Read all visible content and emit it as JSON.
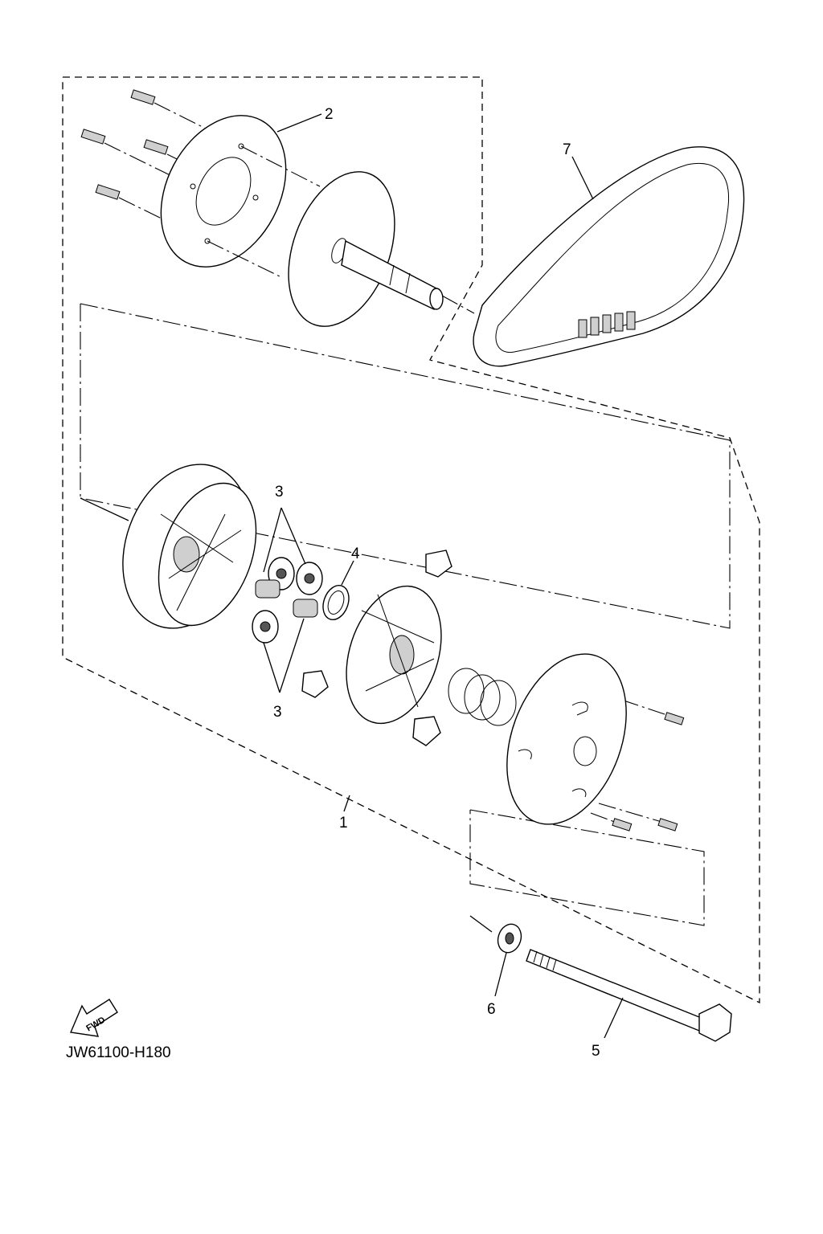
{
  "diagram": {
    "code": "JW61100-H180",
    "fwd_label": "FWD",
    "callouts": {
      "c1": "1",
      "c2": "2",
      "c3a": "3",
      "c3b": "3",
      "c4": "4",
      "c5": "5",
      "c6": "6",
      "c7": "7"
    }
  }
}
